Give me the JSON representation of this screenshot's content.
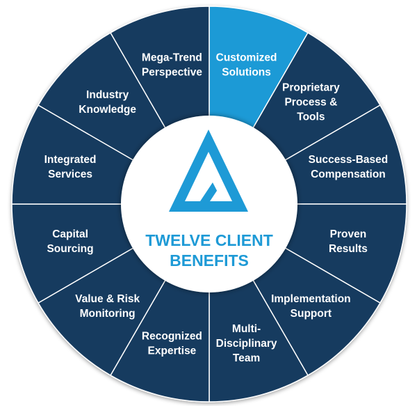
{
  "center": {
    "title_line1": "TWELVE CLIENT",
    "title_line2": "BENEFITS",
    "logo": "triangle-a-logo-icon"
  },
  "colors": {
    "segment": "#173a5e",
    "highlight": "#1a9ad6",
    "divider": "#ffffff",
    "center_bg": "#ffffff",
    "accent": "#1e9ad6"
  },
  "segments": [
    {
      "lines": [
        "Customized",
        "Solutions"
      ],
      "highlighted": true
    },
    {
      "lines": [
        "Proprietary",
        "Process &",
        "Tools"
      ],
      "highlighted": false
    },
    {
      "lines": [
        "Success-Based",
        "Compensation"
      ],
      "highlighted": false
    },
    {
      "lines": [
        "Proven",
        "Results"
      ],
      "highlighted": false
    },
    {
      "lines": [
        "Implementation",
        "Support"
      ],
      "highlighted": false
    },
    {
      "lines": [
        "Multi-",
        "Disciplinary",
        "Team"
      ],
      "highlighted": false
    },
    {
      "lines": [
        "Recognized",
        "Expertise"
      ],
      "highlighted": false
    },
    {
      "lines": [
        "Value & Risk",
        "Monitoring"
      ],
      "highlighted": false
    },
    {
      "lines": [
        "Capital",
        "Sourcing"
      ],
      "highlighted": false
    },
    {
      "lines": [
        "Integrated",
        "Services"
      ],
      "highlighted": false
    },
    {
      "lines": [
        "Industry",
        "Knowledge"
      ],
      "highlighted": false
    },
    {
      "lines": [
        "Mega-Trend",
        "Perspective"
      ],
      "highlighted": false
    }
  ]
}
